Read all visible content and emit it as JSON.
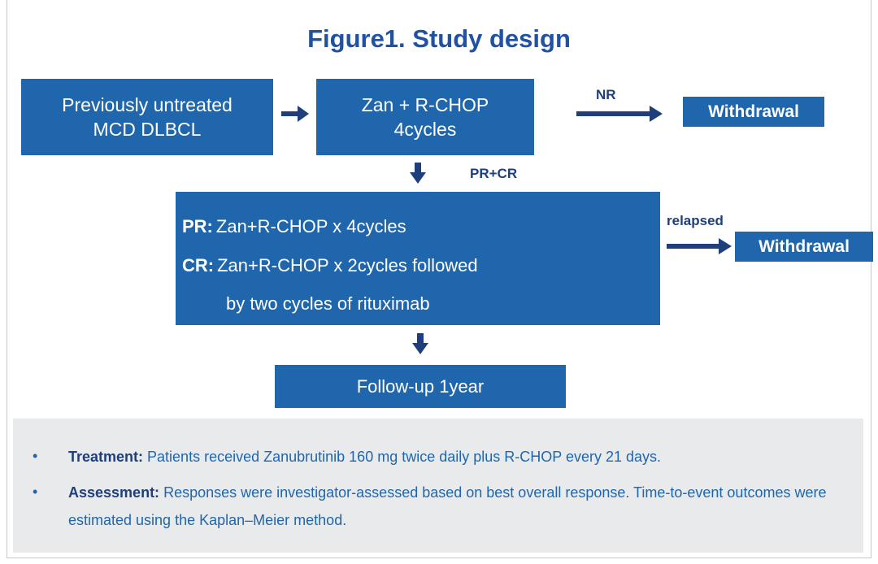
{
  "title": "Figure1. Study design",
  "start_box": {
    "line1": "Previously untreated",
    "line2": "MCD DLBCL"
  },
  "zan_box": {
    "line1": "Zan + R-CHOP",
    "line2": "4cycles"
  },
  "nr_label": "NR",
  "withdrawal_top": "Withdrawal",
  "prcr_label": "PR+CR",
  "response_box": {
    "pr_key": "PR:",
    "pr_text": "Zan+R-CHOP x 4cycles",
    "cr_key": "CR:",
    "cr_text": "Zan+R-CHOP x 2cycles followed",
    "cr_text2": "by two  cycles of rituximab"
  },
  "relapsed_label": "relapsed",
  "withdrawal_right": "Withdrawal",
  "followup_box": "Follow-up 1year",
  "notes": {
    "treatment_key": "Treatment:",
    "treatment_text": " Patients received Zanubrutinib 160 mg twice daily plus R-CHOP every 21 days.",
    "assessment_key": "Assessment:",
    "assessment_text": " Responses were investigator-assessed based on best overall response. Time-to-event outcomes were estimated using the Kaplan–Meier method."
  },
  "colors": {
    "box": "#1f66ad",
    "title": "#2151a1",
    "arrow": "#1f3f7c",
    "panel": "#e8eaeb"
  }
}
